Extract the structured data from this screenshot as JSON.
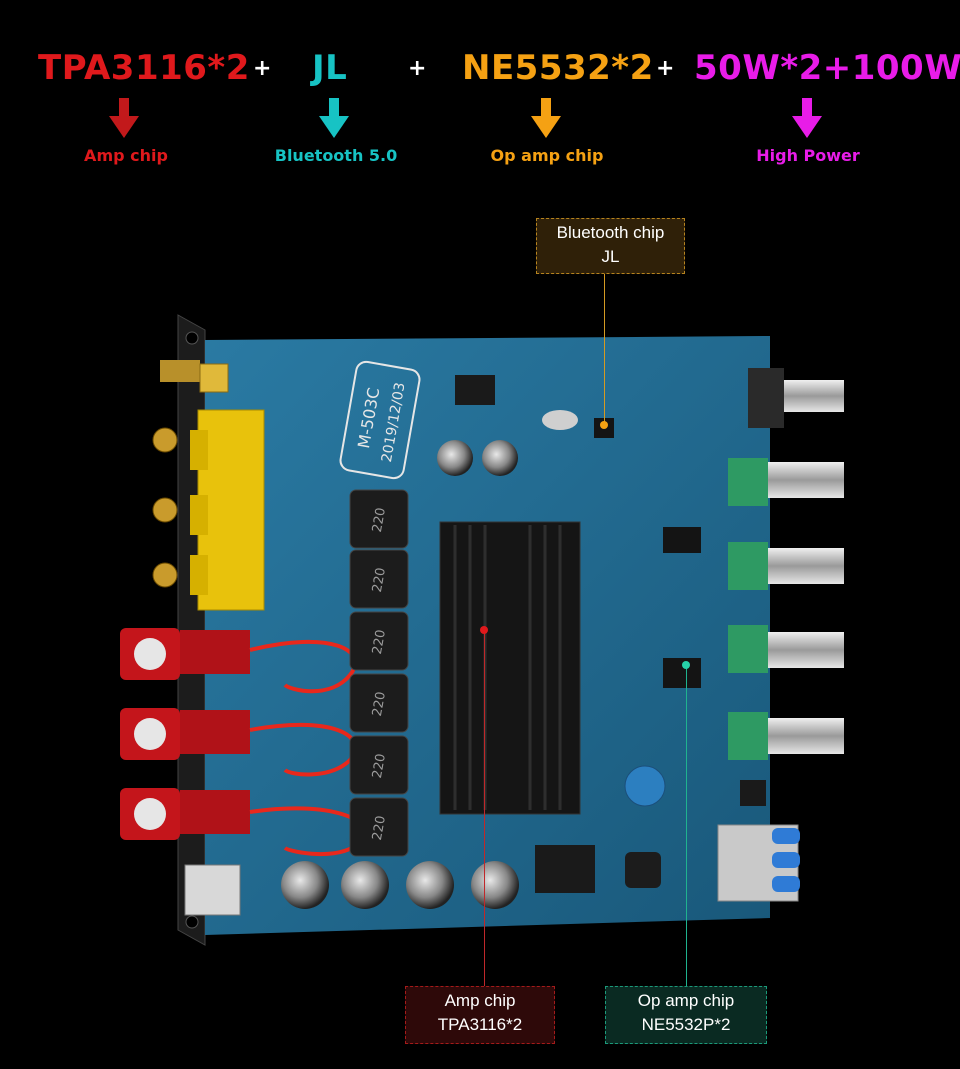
{
  "header": {
    "items": [
      {
        "title": "TPA3116*2",
        "subtitle": "Amp chip",
        "color": "#e0191c"
      },
      {
        "title": "JL",
        "subtitle": "Bluetooth 5.0",
        "color": "#17c3c4"
      },
      {
        "title": "NE5532*2",
        "subtitle": "Op amp chip",
        "color": "#f5a113"
      },
      {
        "title": "50W*2+100W",
        "subtitle": "High Power",
        "color": "#e81ce8"
      }
    ],
    "plus": "+"
  },
  "callouts": {
    "bluetooth": {
      "line1": "Bluetooth chip",
      "line2": "JL",
      "border_color": "#b6831e",
      "bg": "#3a2708"
    },
    "amp": {
      "line1": "Amp chip",
      "line2": "TPA3116*2",
      "border_color": "#a51a1a",
      "bg": "#3a0b0b"
    },
    "opamp": {
      "line1": "Op amp chip",
      "line2": "NE5532P*2",
      "border_color": "#1b9a7a",
      "bg": "#0a2e26"
    }
  },
  "board": {
    "model": "M-503C",
    "date": "2019/12/03",
    "inductor_value": "220",
    "colors": {
      "pcb": "#1f6b92",
      "heatsink": "#181818",
      "pot": "#2e9a63",
      "jack_red": "#c4151b",
      "rca_yellow": "#e8c20c"
    }
  }
}
